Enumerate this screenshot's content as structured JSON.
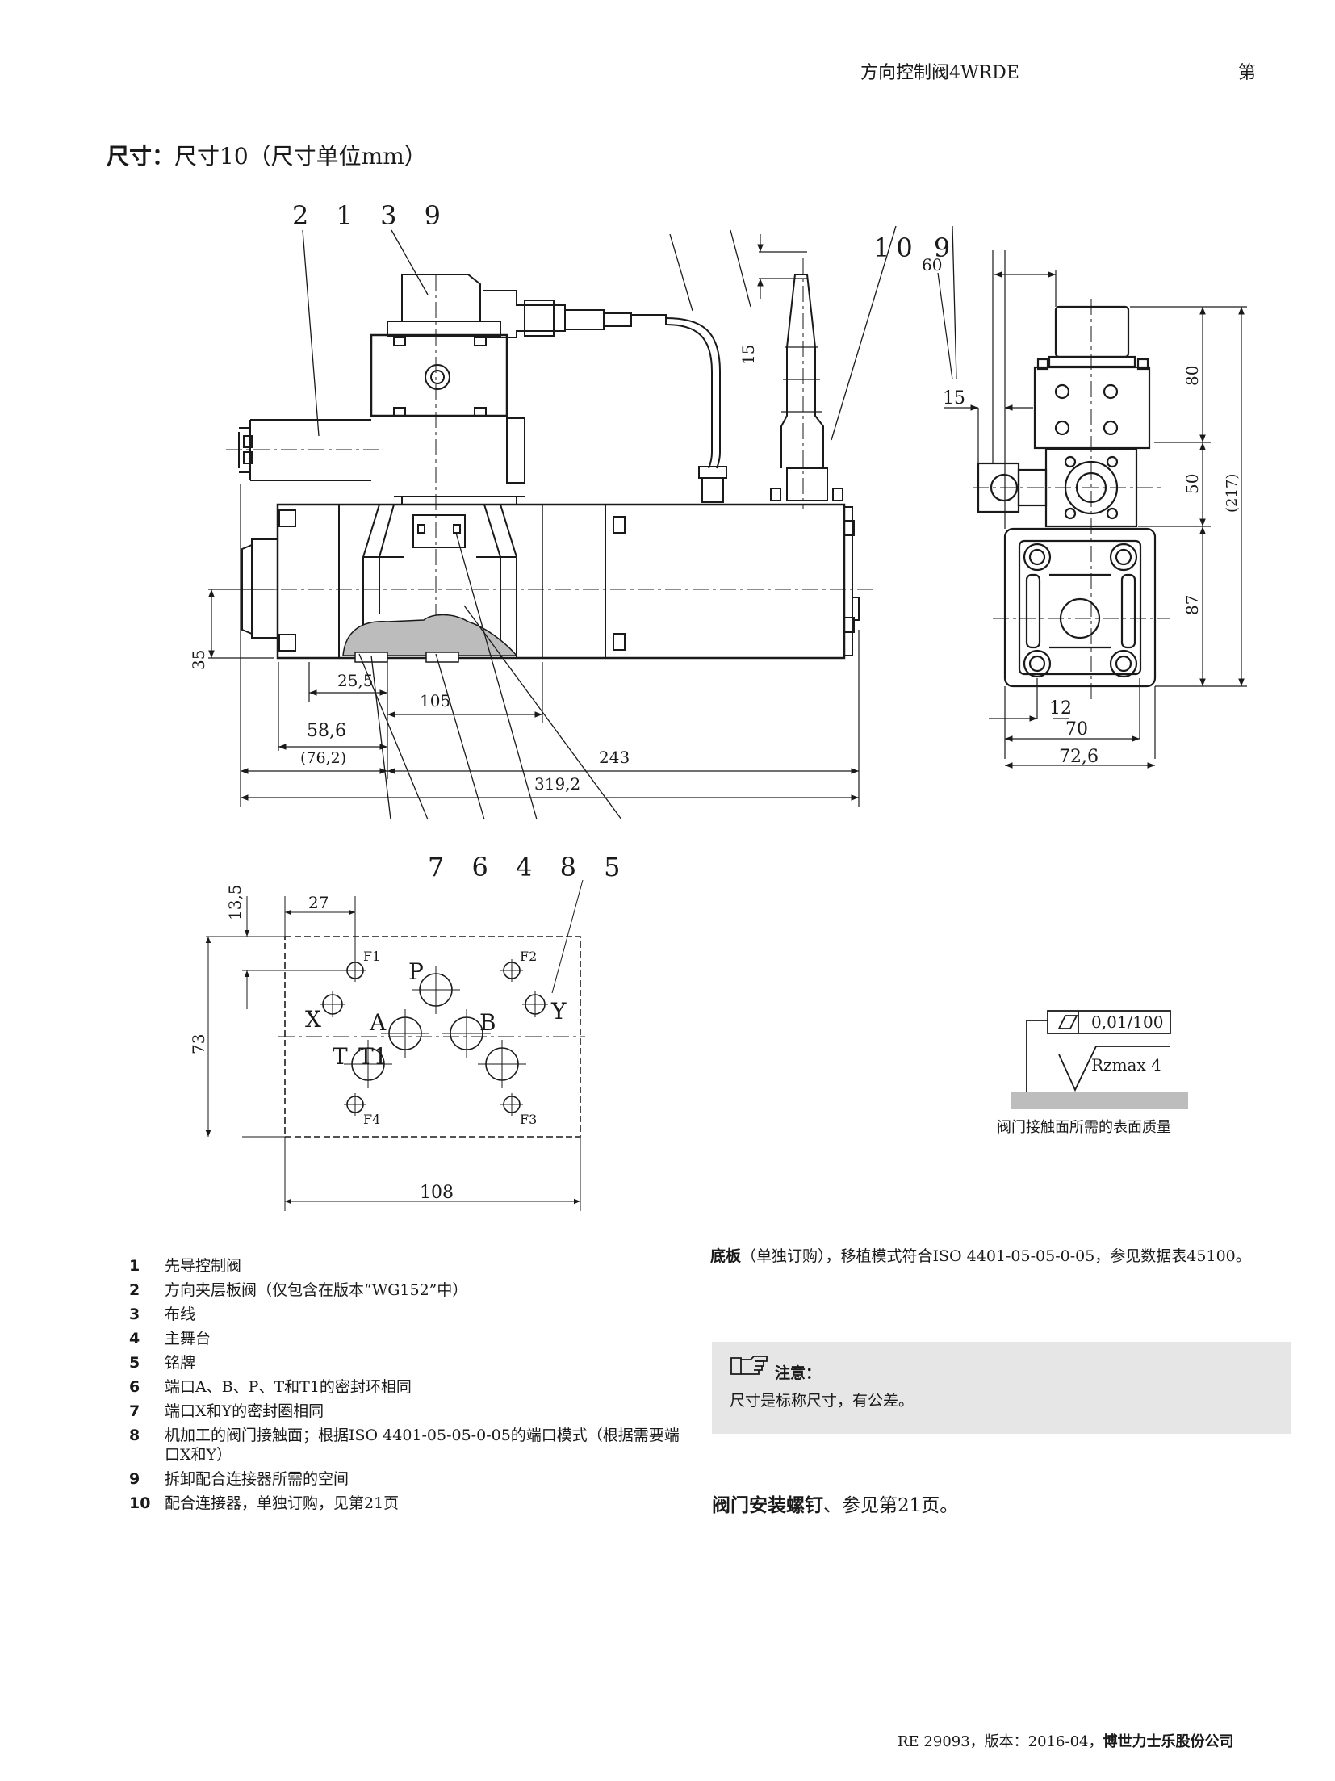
{
  "header": {
    "product": "方向控制阀4WRDE",
    "page": "第"
  },
  "title": {
    "bold": "尺寸：",
    "rest": "尺寸10（尺寸单位mm）"
  },
  "drawing_top": {
    "callouts_top": "2 1 3 9",
    "callouts_right": "10 9",
    "callout_60": "60",
    "callouts_bottom": "7 6 4 8 5",
    "dims": {
      "d15_vert": "15",
      "d35": "35",
      "d25_5": "25,5",
      "d105": "105",
      "d58_6": "58,6",
      "d76_2": "(76,2)",
      "d243": "243",
      "d319_2": "319,2"
    }
  },
  "drawing_side": {
    "dims": {
      "d15": "15",
      "d80": "80",
      "d50": "50",
      "d217": "(217)",
      "d87": "87",
      "d12": "12",
      "d70": "70",
      "d72_6": "72,6"
    }
  },
  "drawing_plate": {
    "dims": {
      "d13_5": "13,5",
      "d27": "27",
      "d73": "73",
      "d108": "108"
    },
    "ports": {
      "p": "P",
      "x": "X",
      "y": "Y",
      "a": "A",
      "b": "B",
      "t": "T",
      "t1": "T1",
      "f1": "F1",
      "f2": "F2",
      "f3": "F3",
      "f4": "F4"
    }
  },
  "surface": {
    "flatness": "0,01/100",
    "roughness": "Rzmax 4",
    "caption": "阀门接触面所需的表面质量"
  },
  "legend": [
    {
      "num": "1",
      "text": "先导控制阀"
    },
    {
      "num": "2",
      "text": "方向夹层板阀（仅包含在版本“WG152”中）"
    },
    {
      "num": "3",
      "text": "布线"
    },
    {
      "num": "4",
      "text": "主舞台"
    },
    {
      "num": "5",
      "text": "铭牌"
    },
    {
      "num": "6",
      "text": "端口A、B、P、T和T1的密封环相同"
    },
    {
      "num": "7",
      "text": "端口X和Y的密封圈相同"
    },
    {
      "num": "8",
      "text": "机加工的阀门接触面；根据ISO 4401-05-05-0-05的端口模式（根据需要端口X和Y）"
    },
    {
      "num": "9",
      "text": "拆卸配合连接器所需的空间"
    },
    {
      "num": "10",
      "text": "配合连接器，单独订购，见第21页"
    }
  ],
  "subplate": {
    "bold": "底板",
    "text": "（单独订购），移植模式符合ISO 4401-05-05-0-05，参见数据表45100。"
  },
  "note": {
    "icon": "pointing-hand-icon",
    "title": "注意：",
    "body": "尺寸是标称尺寸，有公差。"
  },
  "screws": {
    "bold": "阀门安装螺钉",
    "text": "、参见第21页。"
  },
  "footer": {
    "doc": "RE 29093，版本：2016-04，",
    "company": "博世力士乐股份公司"
  }
}
